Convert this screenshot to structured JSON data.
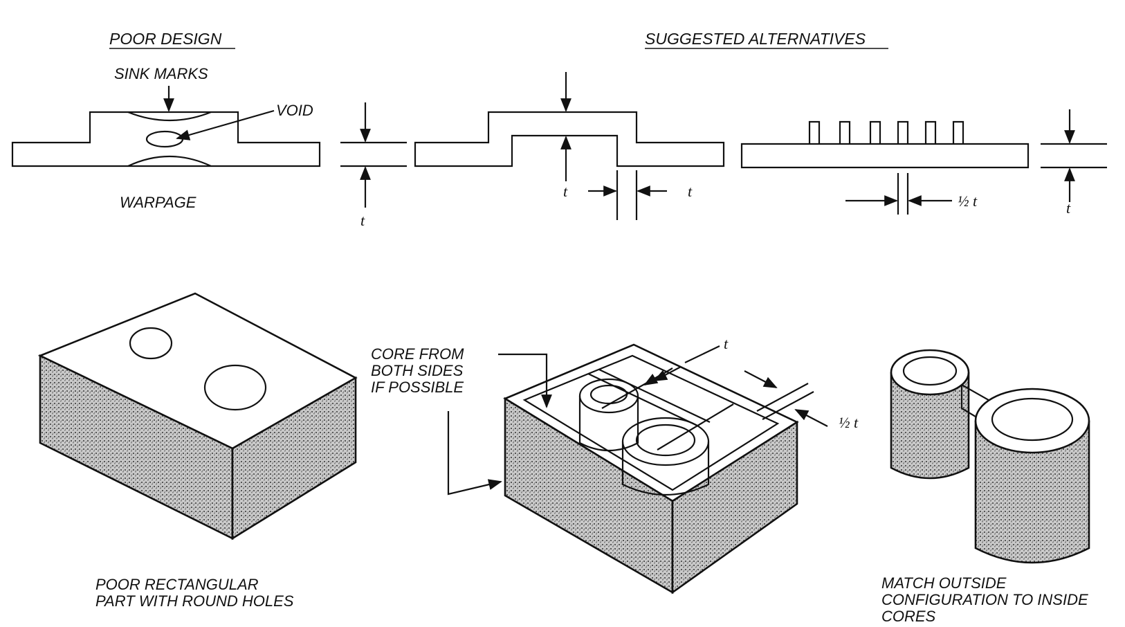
{
  "headers": {
    "poor_design": "POOR DESIGN",
    "suggested_alternatives": "SUGGESTED ALTERNATIVES"
  },
  "labels": {
    "sink_marks": "SINK MARKS",
    "void": "VOID",
    "warpage": "WARPAGE",
    "t": "t",
    "half_t": "½ t",
    "core_from_both_sides": [
      "CORE FROM",
      "BOTH SIDES",
      "IF POSSIBLE"
    ],
    "poor_rectangular_part": [
      "POOR RECTANGULAR",
      "PART WITH ROUND HOLES"
    ],
    "match_outside": [
      "MATCH OUTSIDE",
      "CONFIGURATION TO INSIDE",
      "CORES"
    ]
  },
  "colors": {
    "ink": "#111111",
    "stipple": "#9a9a9a",
    "paper": "#ffffff"
  }
}
